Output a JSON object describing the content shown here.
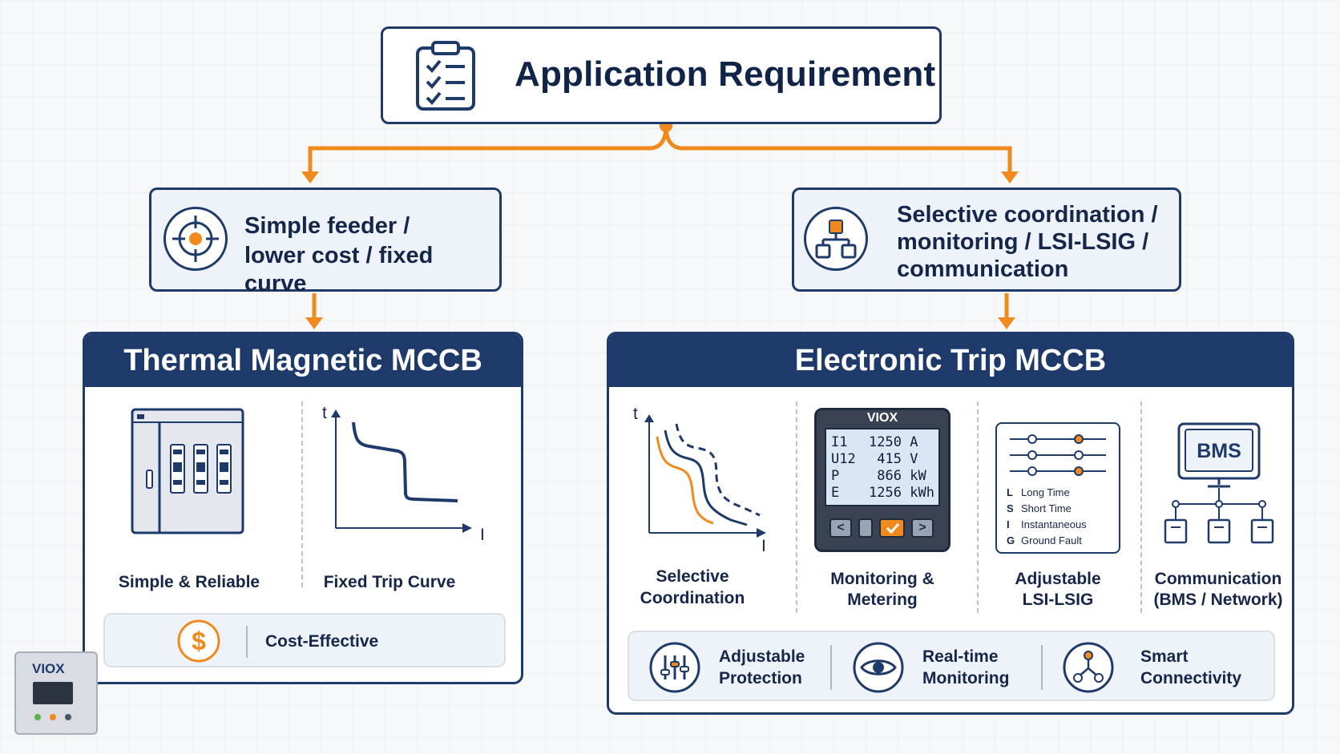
{
  "top": {
    "title": "Application Requirement"
  },
  "left_branch": {
    "line1": "Simple feeder /",
    "line2": "lower cost / fixed curve"
  },
  "right_branch": {
    "line1": "Selective coordination /",
    "line2": "monitoring / LSI-LSIG /",
    "line3": "communication"
  },
  "thermal": {
    "title": "Thermal Magnetic MCCB",
    "feature1": "Simple & Reliable",
    "feature2": "Fixed Trip Curve",
    "axis_t": "t",
    "axis_i": "I",
    "strip": "Cost-Effective",
    "currency_symbol": "$"
  },
  "electronic": {
    "title": "Electronic Trip MCCB",
    "feature1_line1": "Selective",
    "feature1_line2": "Coordination",
    "feature2_line1": "Monitoring &",
    "feature2_line2": "Metering",
    "feature3_line1": "Adjustable",
    "feature3_line2": "LSI-LSIG",
    "feature4_line1": "Communication",
    "feature4_line2": "(BMS / Network)",
    "axis_t": "t",
    "axis_i": "I",
    "meter": {
      "brand": "VIOX",
      "rows": [
        {
          "label": "I1",
          "value": "1250",
          "unit": "A"
        },
        {
          "label": "U12",
          "value": "415",
          "unit": "V"
        },
        {
          "label": "P",
          "value": "866",
          "unit": "kW"
        },
        {
          "label": "E",
          "value": "1256",
          "unit": "kWh"
        }
      ]
    },
    "lsig": [
      {
        "letter": "L",
        "name": "Long Time"
      },
      {
        "letter": "S",
        "name": "Short Time"
      },
      {
        "letter": "I",
        "name": "Instantaneous"
      },
      {
        "letter": "G",
        "name": "Ground Fault"
      }
    ],
    "bms_label": "BMS",
    "strip": {
      "item1_line1": "Adjustable",
      "item1_line2": "Protection",
      "item2_line1": "Real-time",
      "item2_line2": "Monitoring",
      "item3_line1": "Smart",
      "item3_line2": "Connectivity"
    }
  },
  "logo": {
    "text": "VIOX"
  },
  "colors": {
    "navy": "#1e3a6b",
    "orange": "#f08a1c",
    "panel_bg": "#eef3fa"
  }
}
